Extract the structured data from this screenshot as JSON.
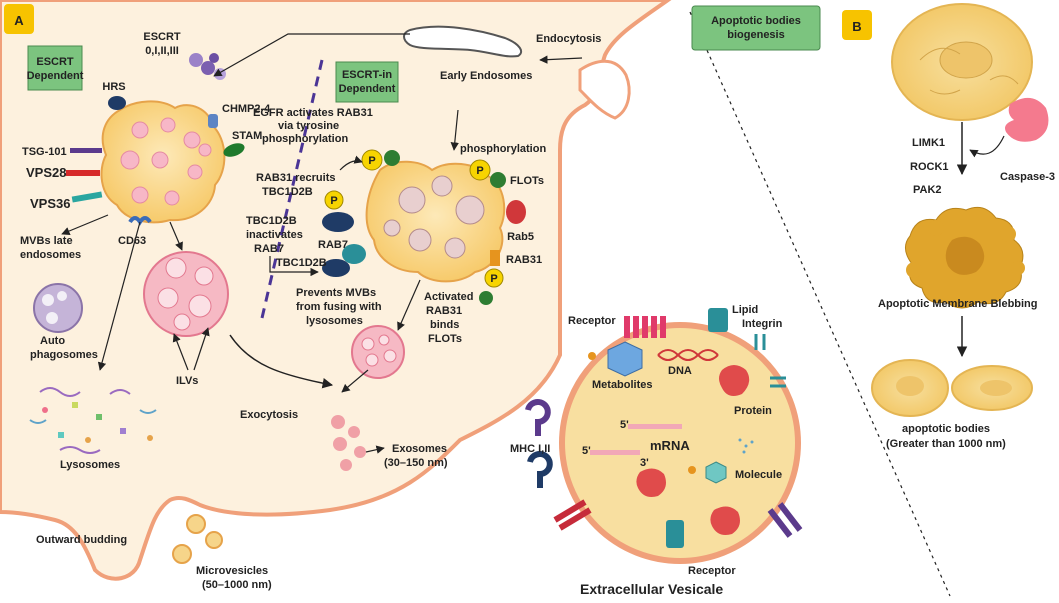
{
  "panel_a": {
    "badge": "A",
    "escrt_dependent_box": [
      "ESCRT",
      "Dependent"
    ],
    "escrt_independent_box": [
      "ESCRT-in",
      "Dependent"
    ],
    "escrt_label": [
      "ESCRT",
      "0,I,II,III"
    ],
    "hrs": "HRS",
    "chmp": "CHMP2-4",
    "stam": "STAM",
    "tsg101": "TSG-101",
    "vps28": "VPS28",
    "vps36": "VPS36",
    "cd63": "CD63",
    "mvbs_late": [
      "MVBs late",
      "endosomes"
    ],
    "autophagosomes": [
      "Auto",
      "phagosomes"
    ],
    "lysosomes": "Lysosomes",
    "ilvs": "ILVs",
    "exocytosis": "Exocytosis",
    "exosomes": [
      "Exosomes",
      "(30–150 nm)"
    ],
    "microvesicles": [
      "Microvesicles",
      "(50–1000 nm)"
    ],
    "outward_budding": "Outward budding",
    "endocytosis": "Endocytosis",
    "early_endosomes": "Early Endosomes",
    "egfr": [
      "EGFR activates RAB31",
      "via tyrosine",
      "phosphorylation"
    ],
    "phosphorylation": "phosphorylation",
    "flots": "FLOTs",
    "rab5": "Rab5",
    "rab31": "RAB31",
    "rab31_recruits": [
      "RAB31 recruits",
      "TBC1D2B"
    ],
    "tbc1d2b_inactivates": [
      "TBC1D2B",
      "inactivates",
      "RAB7"
    ],
    "rab7": "RAB7",
    "tbc1d2b": "TBC1D2B",
    "prevents": [
      "Prevents MVBs",
      "from fusing with",
      "lysosomes"
    ],
    "activated": [
      "Activated",
      "RAB31",
      "binds",
      "FLOTs"
    ],
    "p_label": "P"
  },
  "vesicle": {
    "title": "Extracellular Vesicale",
    "receptor_top": "Receptor",
    "lipid": "Lipid",
    "integrin": "Integrin",
    "metabolites": "Metabolites",
    "dna": "DNA",
    "protein": "Protein",
    "mrna": "mRNA",
    "mhc": "MHC I,II",
    "molecule": "Molecule",
    "receptor_bottom": "Receptor",
    "five_prime": "5'",
    "three_prime": "3'"
  },
  "panel_b": {
    "badge": "B",
    "title_box": [
      "Apoptotic bodies",
      "biogenesis"
    ],
    "limk1": "LIMK1",
    "rock1": "ROCK1",
    "pak2": "PAK2",
    "caspase": "Caspase-3",
    "blebbing": "Apoptotic Membrane Blebbing",
    "bodies": "apoptotic bodies",
    "size": "(Greater than 1000 nm)"
  },
  "colors": {
    "cell_fill": "#fdf1de",
    "cell_edge": "#f0a07a",
    "mvb_fill": "#f9d27a",
    "label_box": "#7cc47f",
    "badge": "#f7c300",
    "pink": "#f48a9a",
    "purple": "#5b3a8c"
  }
}
